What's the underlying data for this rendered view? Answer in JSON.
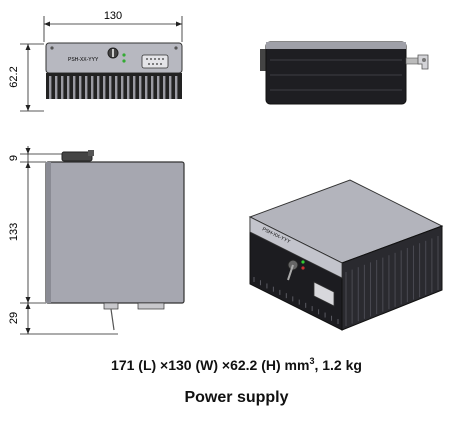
{
  "dimensions": {
    "front_width": "130",
    "front_height": "62.2",
    "side_top": "9",
    "side_main": "133",
    "side_bottom": "29"
  },
  "device": {
    "front_label": "PSH-XX-YYY",
    "iso_label": "PSH-XX-YYY"
  },
  "caption": {
    "main": "171 (L) ×130 (W) ×62.2 (H) mm",
    "sup": "3",
    "tail": ", 1.2 kg"
  },
  "title": "Power supply",
  "colors": {
    "body_top": "#a9aab3",
    "body_dark": "#1c1c20",
    "heatsink": "#2a2a2e",
    "top_face": "#8f909a",
    "line": "#222222"
  }
}
